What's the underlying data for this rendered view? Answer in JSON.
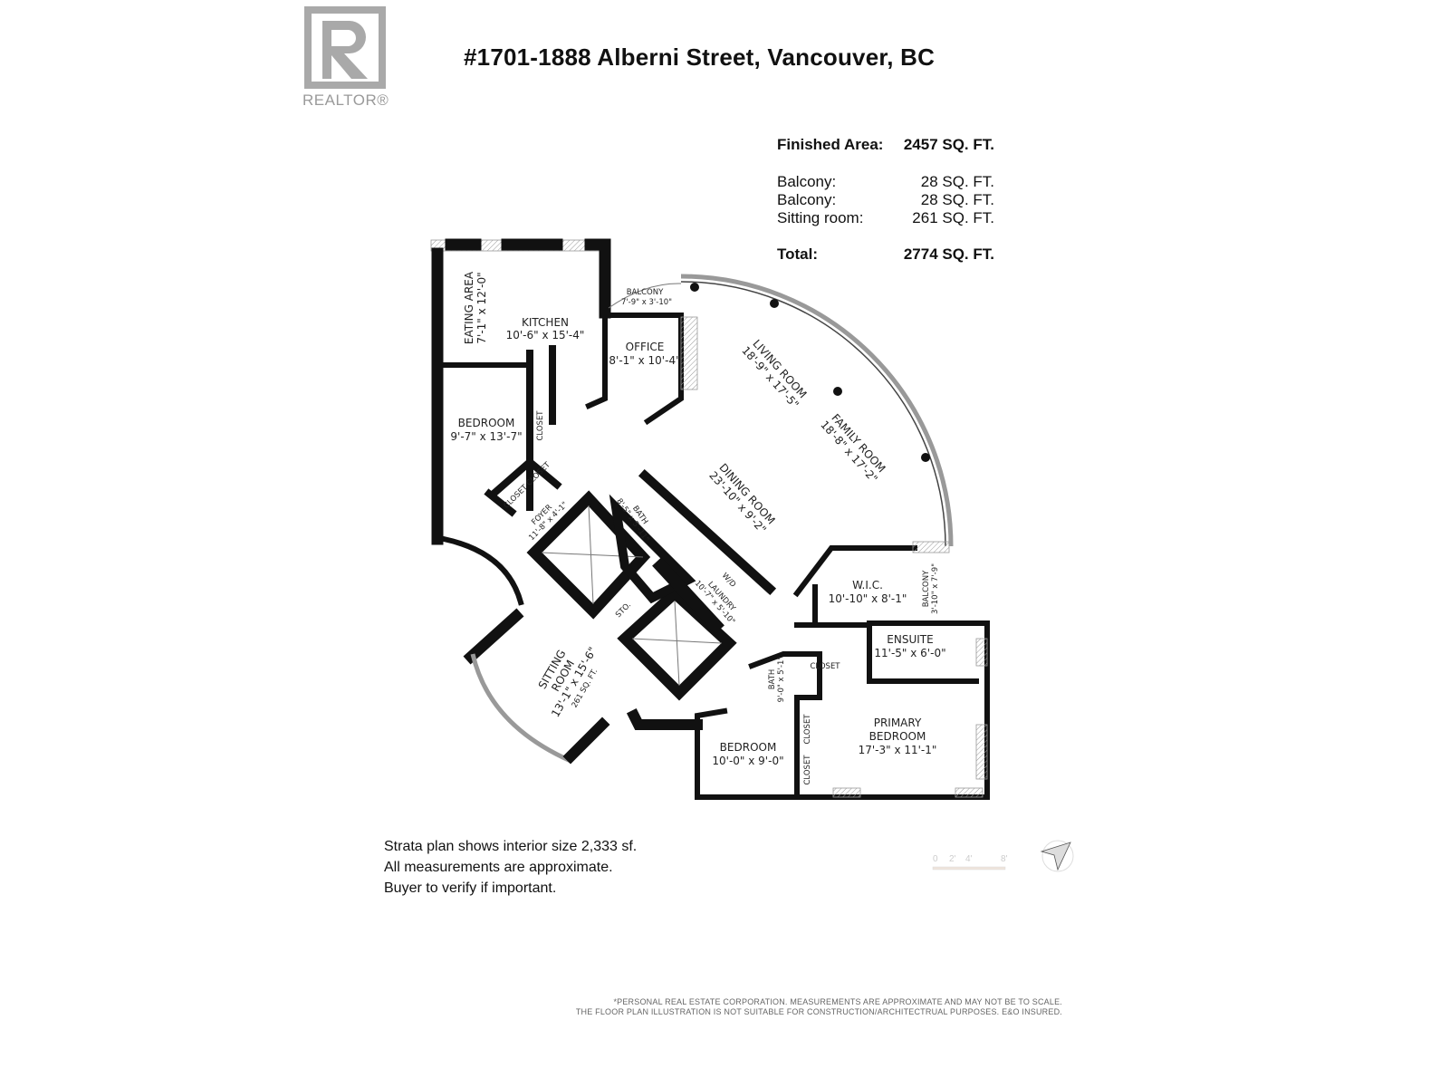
{
  "header": {
    "logo_text": "REALTOR®",
    "title": "#1701-1888 Alberni Street, Vancouver, BC"
  },
  "areas": {
    "finished": {
      "label": "Finished Area:",
      "value": "2457 SQ. FT."
    },
    "rows": [
      {
        "label": "Balcony:",
        "value": "28 SQ. FT."
      },
      {
        "label": "Balcony:",
        "value": "28 SQ. FT."
      },
      {
        "label": "Sitting room:",
        "value": "261 SQ. FT."
      }
    ],
    "total": {
      "label": "Total:",
      "value": "2774 SQ. FT."
    }
  },
  "rooms": {
    "eating": {
      "name": "EATING AREA",
      "dims": "7'-1\" x 12'-0\""
    },
    "kitchen": {
      "name": "KITCHEN",
      "dims": "10'-6\" x 15'-4\""
    },
    "balcony1": {
      "name": "BALCONY",
      "dims": "7'-9\" x 3'-10\""
    },
    "office": {
      "name": "OFFICE",
      "dims": "8'-1\" x 10'-4\""
    },
    "living": {
      "name": "LIVING ROOM",
      "dims": "18'-9\" x 17'-5\""
    },
    "family": {
      "name": "FAMILY ROOM",
      "dims": "18'-8\" x 17'-2\""
    },
    "bedroom1": {
      "name": "BEDROOM",
      "dims": "9'-7\" x 13'-7\""
    },
    "closet": "CLOSET",
    "foyer": {
      "name": "FOYER",
      "dims": "11'-8\" x 4'-1\""
    },
    "bath1": {
      "name": "BATH",
      "dims": "8'-5\" x 5'-11\""
    },
    "dining": {
      "name": "DINING ROOM",
      "dims": "23'-10\" x 9'-2\""
    },
    "laundry": {
      "name": "LAUNDRY",
      "dims": "10'-7\" x 5'-10\"",
      "wd": "W/D"
    },
    "sto": "STO.",
    "sitting": {
      "name": "SITTING",
      "name2": "ROOM",
      "dims": "13'-1\" x 15'-6\"",
      "area": "261 SQ. FT."
    },
    "wic": {
      "name": "W.I.C.",
      "dims": "10'-10\" x 8'-1\""
    },
    "balcony2": {
      "name": "BALCONY",
      "dims": "3'-10\" x 7'-9\""
    },
    "ensuite": {
      "name": "ENSUITE",
      "dims": "11'-5\" x 6'-0\""
    },
    "bath2": {
      "name": "BATH",
      "dims": "9'-0\" x 5'-1\""
    },
    "primary": {
      "name": "PRIMARY",
      "name2": "BEDROOM",
      "dims": "17'-3\" x  11'-1\""
    },
    "bedroom2": {
      "name": "BEDROOM",
      "dims": "10'-0\" x 9'-0\""
    }
  },
  "scale": {
    "ticks": [
      "0",
      "2'",
      "4'",
      "8'"
    ]
  },
  "notes": [
    "Strata plan shows interior size 2,333 sf.",
    "All measurements are approximate.",
    "Buyer to verify if important."
  ],
  "footer": [
    "*PERSONAL REAL ESTATE CORPORATION. MEASUREMENTS ARE APPROXIMATE AND MAY NOT BE TO SCALE.",
    "THE FLOOR PLAN ILLUSTRATION IS NOT SUITABLE FOR CONSTRUCTION/ARCHITECTRUAL PURPOSES. E&O INSURED."
  ]
}
